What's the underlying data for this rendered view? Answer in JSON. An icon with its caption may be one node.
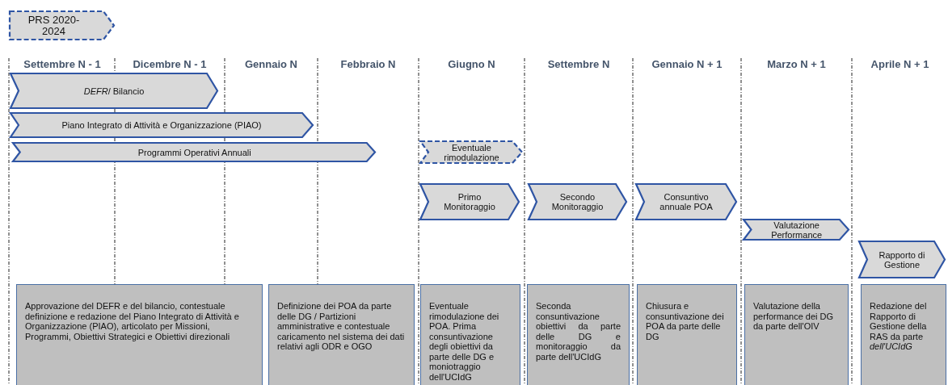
{
  "diagram": {
    "nodes": [
      {
        "text": [
          "PRS 2020-2024"
        ]
      },
      {
        "text": [
          "*DEFR*/ Bilancio"
        ]
      },
      {
        "text": [
          "Piano Integrato di Attività e Organizzazione (PIAO)"
        ]
      },
      {
        "text": [
          "Programmi Operativi Annuali"
        ]
      },
      {
        "text": [
          "Eventuale rimodulazione"
        ]
      },
      {
        "text": [
          "Primo Monitoraggio"
        ]
      },
      {
        "text": [
          "Secondo Monitoraggio"
        ]
      },
      {
        "text": [
          "Consuntivo annuale POA"
        ]
      },
      {
        "text": [
          "Valutazione Performance"
        ]
      },
      {
        "text": [
          "Rapporto di Gestione"
        ]
      },
      {
        "text": [
          "Approvazione del DEFR e del bilancio, contestuale definizione e redazione del Piano Integrato di Attività e Organizzazione (PIAO), articolato per Missioni, Programmi, Obiettivi Strategici e Obiettivi direzionali"
        ]
      },
      {
        "text": [
          "Definizione dei POA da parte delle DG / Partizioni amministrative e contestuale caricamento nel sistema dei dati relativi agli ODR e OGO"
        ]
      },
      {
        "text": [
          "Eventuale rimodulazione dei POA. Prima consuntivazione degli obiettivi da parte delle DG e moniotraggio dell'UCIdG"
        ]
      },
      {
        "text": [
          "Seconda consuntivazione obiettivi da parte delle DG e monitoraggio da parte dell'UCIdG"
        ]
      },
      {
        "text": [
          "Chiusura e consuntivazione dei POA da parte delle DG"
        ]
      },
      {
        "text": [
          "Valutazione della performance dei DG da parte dell'OIV"
        ]
      },
      {
        "text": [
          "Redazione del Rapporto di Gestione della RAS da parte *dell'UCIdG*"
        ]
      }
    ],
    "edges": [],
    "labels": [
      "Settembre N - 1",
      "Dicembre N - 1",
      "Gennaio N",
      "Febbraio N",
      "Giugno N",
      "Settembre N",
      "Gennaio N + 1",
      "Marzo N + 1",
      "Aprile N + 1"
    ]
  }
}
